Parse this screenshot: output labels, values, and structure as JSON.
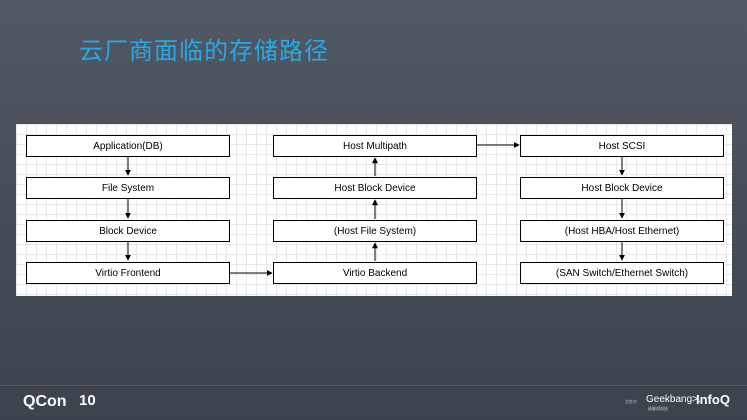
{
  "slide": {
    "title": "云厂商面临的存储路径"
  },
  "diagram": {
    "left_column": [
      "Application(DB)",
      "File System",
      "Block Device",
      "Virtio Frontend"
    ],
    "middle_column": [
      "Host Multipath",
      "Host Block Device",
      "(Host File System)",
      "Virtio Backend"
    ],
    "right_column": [
      "Host SCSI",
      "Host Block Device",
      "(Host HBA/Host Ethernet)",
      "(SAN Switch/Ethernet Switch)"
    ]
  },
  "footer": {
    "qcon_logo": "QCon",
    "qcon_badge": "10",
    "sponsor_prefix": "主办方",
    "geekbang_logo": "Geekbang>.",
    "geekbang_sub": "极客邦科技",
    "infoq_logo": "InfoQ"
  }
}
